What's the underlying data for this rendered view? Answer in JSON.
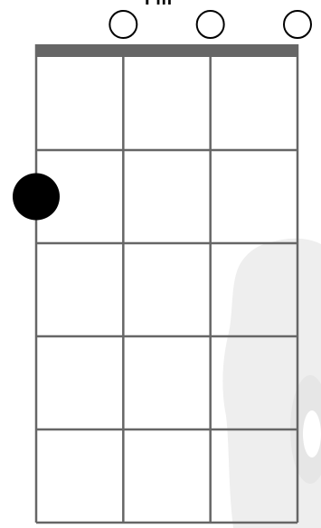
{
  "chord": {
    "name": "Fm"
  },
  "diagram": {
    "string_count": 4,
    "fret_count": 5,
    "open_strings": [
      2,
      3,
      4
    ],
    "fingered": [
      {
        "string": 1,
        "fret": 2
      }
    ],
    "colors": {
      "nut": "#666666",
      "grid": "#666666",
      "dot": "#000000",
      "open_marker": "#000000",
      "watermark": "#eeeeee"
    }
  }
}
